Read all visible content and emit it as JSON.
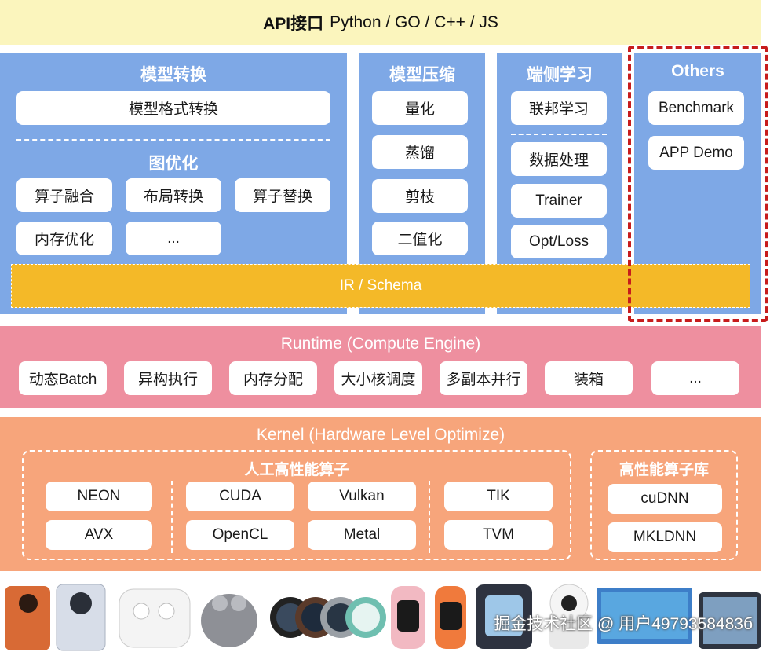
{
  "api": {
    "title": "API接口",
    "langs": "Python / GO / C++ / JS"
  },
  "model_convert": {
    "title": "模型转换",
    "format_convert": "模型格式转换",
    "graph_opt_title": "图优化",
    "items": [
      "算子融合",
      "布局转换",
      "算子替换",
      "内存优化",
      "..."
    ]
  },
  "model_compress": {
    "title": "模型压缩",
    "items": [
      "量化",
      "蒸馏",
      "剪枝",
      "二值化"
    ]
  },
  "on_device": {
    "title": "端侧学习",
    "items": [
      "联邦学习",
      "数据处理",
      "Trainer",
      "Opt/Loss"
    ]
  },
  "others": {
    "title": "Others",
    "items": [
      "Benchmark",
      "APP Demo"
    ]
  },
  "ir": "IR / Schema",
  "runtime": {
    "title": "Runtime (Compute Engine)",
    "items": [
      "动态Batch",
      "异构执行",
      "内存分配",
      "大小核调度",
      "多副本并行",
      "装箱",
      "..."
    ]
  },
  "kernel": {
    "title": "Kernel (Hardware Level Optimize)",
    "manual_title": "人工高性能算子",
    "manual_items": [
      "NEON",
      "AVX",
      "CUDA",
      "OpenCL",
      "Vulkan",
      "Metal",
      "TIK",
      "TVM"
    ],
    "lib_title": "高性能算子库",
    "lib_items": [
      "cuDNN",
      "MKLDNN"
    ]
  },
  "watermark": "掘金技术社区 @ 用户4979358483б",
  "colors": {
    "api_bg": "#fbf5bd",
    "panel_blue": "#7ea8e6",
    "ir_yellow": "#f4b928",
    "runtime_pink": "#ee8f9f",
    "kernel_orange": "#f7a57b",
    "highlight_red": "#c71c1c"
  }
}
